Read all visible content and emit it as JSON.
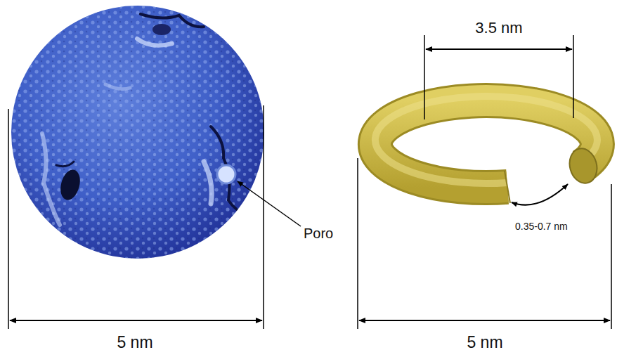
{
  "diagram": {
    "labels": [
      "3.5 nm",
      "Poro",
      "0.35-0.7 nm",
      "5 nm",
      "5 nm"
    ]
  }
}
